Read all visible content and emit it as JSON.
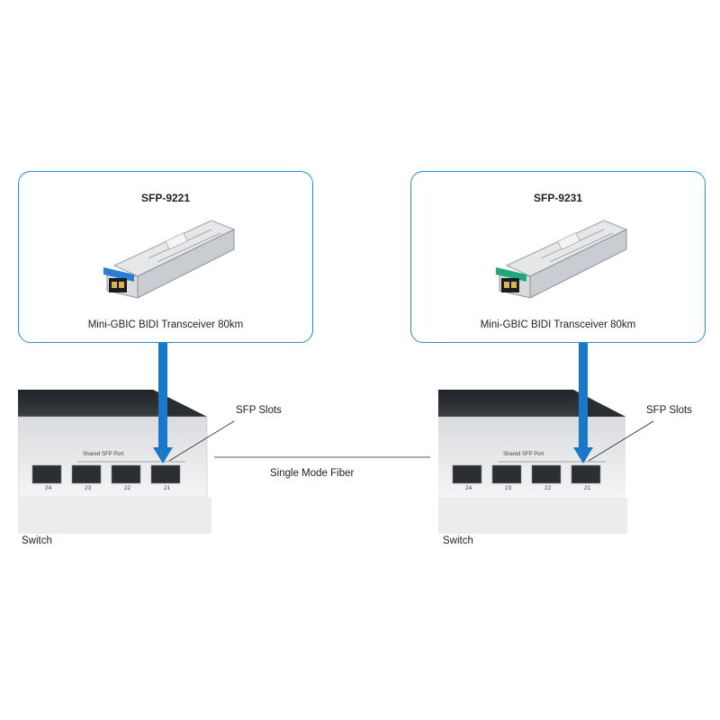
{
  "products": [
    {
      "model": "SFP-9221",
      "caption": "Mini-GBIC BIDI Transceiver 80km",
      "latch_color": "#2a7fd4"
    },
    {
      "model": "SFP-9231",
      "caption": "Mini-GBIC BIDI Transceiver 80km",
      "latch_color": "#1fa87c"
    }
  ],
  "switches": [
    {
      "label": "Switch",
      "slots_label": "SFP Slots",
      "port_group_label": "Shared SFP Port",
      "port_numbers": [
        "24",
        "23",
        "22",
        "21"
      ]
    },
    {
      "label": "Switch",
      "slots_label": "SFP Slots",
      "port_group_label": "Shared SFP Port",
      "port_numbers": [
        "24",
        "23",
        "22",
        "21"
      ]
    }
  ],
  "link": {
    "label": "Single Mode Fiber"
  },
  "colors": {
    "card_border": "#2a8fd0",
    "arrow": "#1a78c8",
    "switch_body": "#2f3338",
    "fiber_line": "#222222"
  }
}
